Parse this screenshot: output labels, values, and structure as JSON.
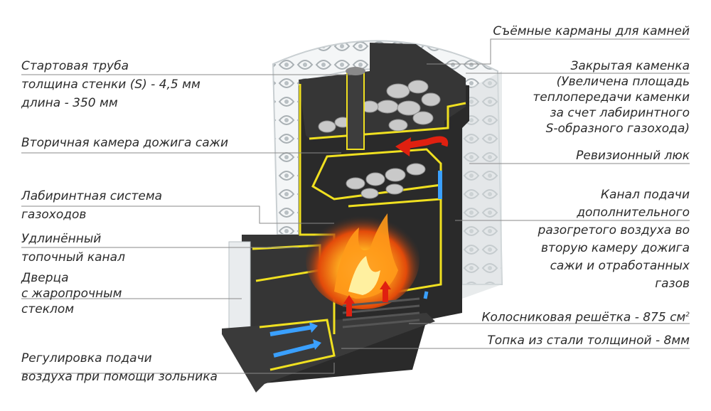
{
  "labels_left": [
    {
      "id": "start-pipe",
      "lines": [
        "Стартовая труба",
        "толщина стенки (S) - 4,5 мм",
        "длина - 350 мм"
      ]
    },
    {
      "id": "secondary-chamber",
      "lines": [
        "Вторичная камера дожига сажи"
      ]
    },
    {
      "id": "labyrinth",
      "lines": [
        "Лабиринтная система",
        "газоходов"
      ]
    },
    {
      "id": "firebox-channel",
      "lines": [
        "Удлинённый",
        "топочный канал"
      ]
    },
    {
      "id": "door",
      "lines": [
        "Дверца",
        "с жаропрочным",
        "стеклом"
      ]
    },
    {
      "id": "air-regulation",
      "lines": [
        "Регулировка подачи",
        "воздуха при помощи зольника"
      ]
    }
  ],
  "labels_right": [
    {
      "id": "stone-pockets",
      "lines": [
        "Съёмные карманы для камней"
      ]
    },
    {
      "id": "closed-heater",
      "lines": [
        "Закрытая каменка",
        "(Увеличена площадь",
        "теплопередачи каменки",
        "за счет лабиринтного",
        "S-образного газохода)"
      ]
    },
    {
      "id": "revision-hatch",
      "lines": [
        "Ревизионный люк"
      ]
    },
    {
      "id": "air-channel",
      "lines": [
        "Канал подачи",
        "дополнительного",
        "разогретого воздуха во",
        "вторую камеру дожига",
        "сажи и отработанных",
        "газов"
      ]
    },
    {
      "id": "grate",
      "text": "Колосниковая решётка - 875 см",
      "sup": "2"
    },
    {
      "id": "firebox-steel",
      "lines": [
        "Топка из стали толщиной - 8мм"
      ]
    }
  ],
  "colors": {
    "steel": "#2c2c2c",
    "outline": "#f0e020",
    "flame": "#ff7a10",
    "hot_arrow": "#e02010",
    "cold_arrow": "#3aa0ff",
    "screen": "#eef1f2"
  },
  "icons": [
    "flame-icon",
    "stones-icon",
    "hot-air-arrow-icon",
    "cold-air-arrow-icon"
  ]
}
